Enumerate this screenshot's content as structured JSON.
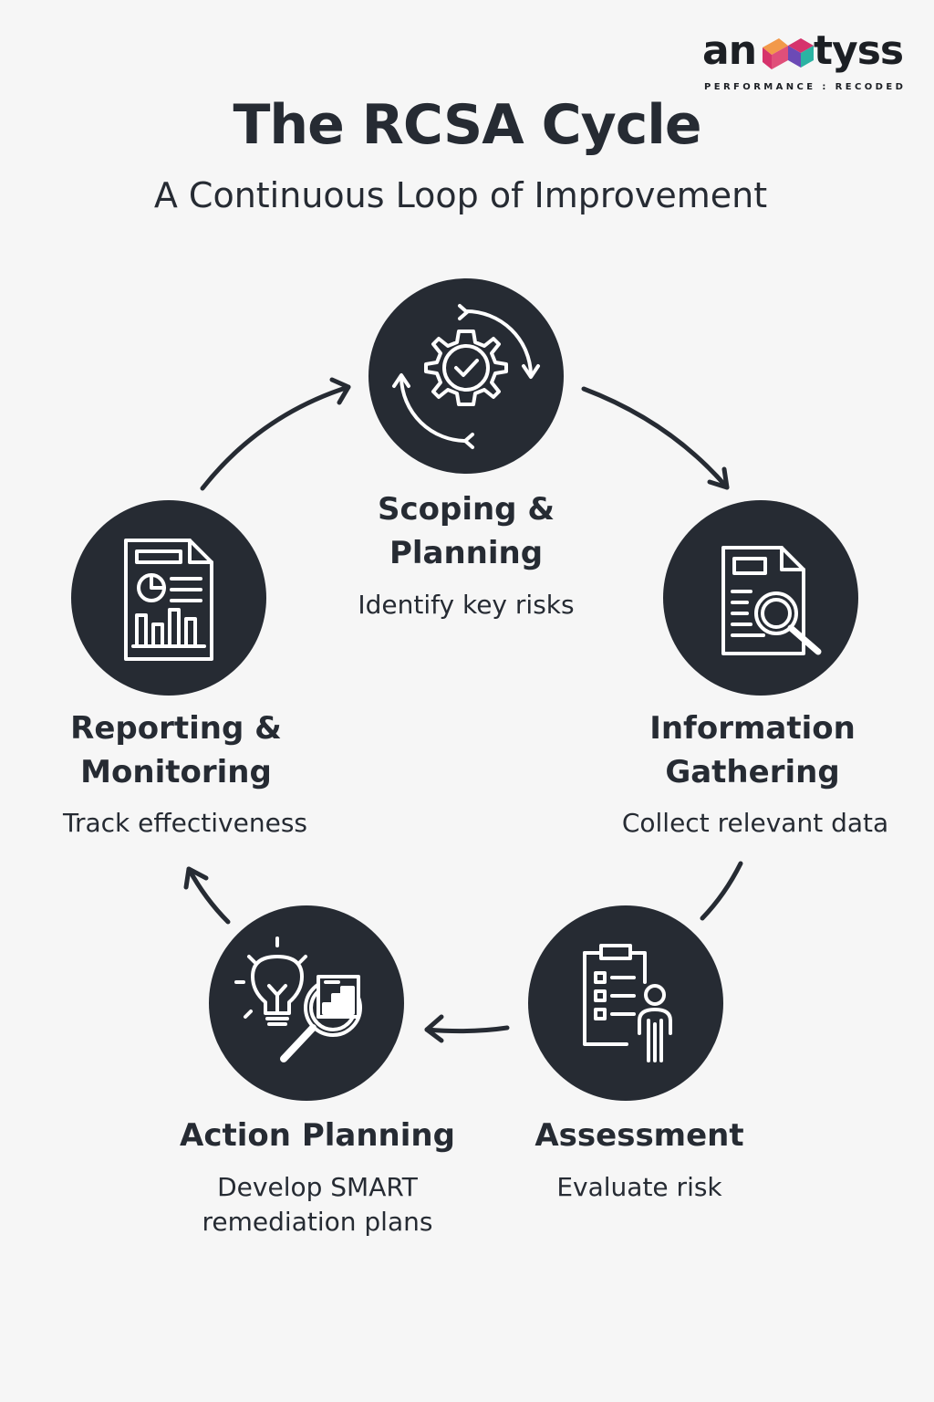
{
  "logo": {
    "word_left": "an",
    "word_right": "tyss",
    "tagline": "PERFORMANCE : RECODED"
  },
  "header": {
    "title": "The RCSA Cycle",
    "subtitle": "A Continuous Loop of Improvement"
  },
  "stages": [
    {
      "title_line1": "Scoping &",
      "title_line2": "Planning",
      "description": "Identify key risks",
      "icon": "gear-check-cycle-icon"
    },
    {
      "title_line1": "Information",
      "title_line2": "Gathering",
      "description": "Collect relevant data",
      "icon": "document-search-icon"
    },
    {
      "title": "Assessment",
      "description": "Evaluate risk",
      "icon": "clipboard-person-icon"
    },
    {
      "title": "Action Planning",
      "description_line1": "Develop SMART",
      "description_line2": "remediation plans",
      "icon": "lightbulb-magnifier-icon"
    },
    {
      "title_line1": "Reporting &",
      "title_line2": "Monitoring",
      "description": "Track effectiveness",
      "icon": "report-chart-icon"
    }
  ],
  "colors": {
    "background": "#f6f6f6",
    "circle": "#262b33",
    "text": "#262b33",
    "logo_magenta": "#d6336c",
    "logo_orange": "#f2994a",
    "logo_purple": "#6c4ab6",
    "logo_teal": "#2bb3a3"
  }
}
